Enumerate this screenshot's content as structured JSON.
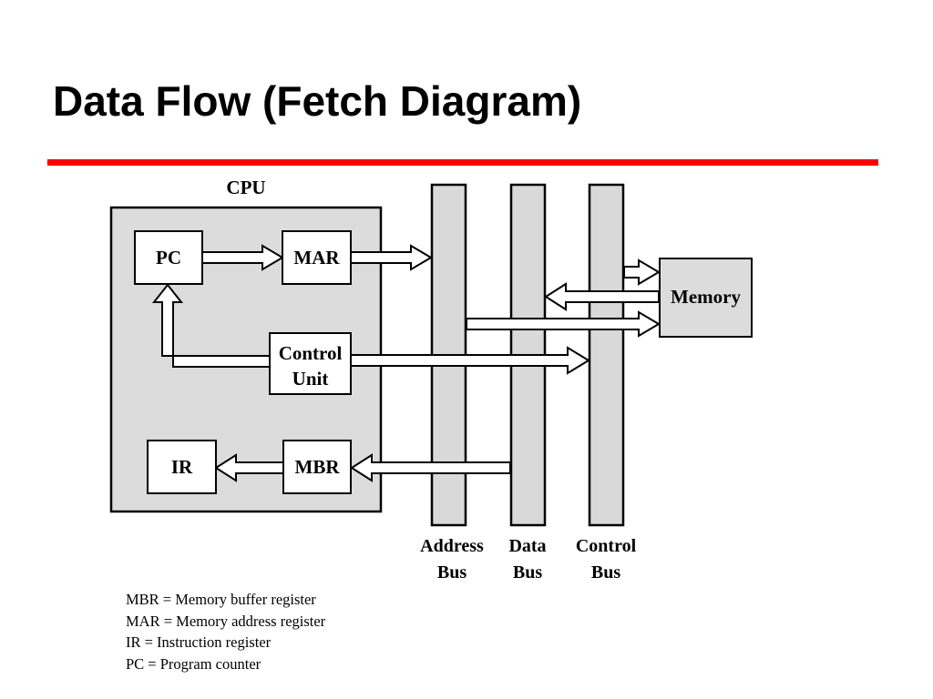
{
  "slide": {
    "title": "Data Flow (Fetch Diagram)",
    "accent_color": "#ff0000"
  },
  "diagram": {
    "cpu_label": "CPU",
    "registers": {
      "pc": "PC",
      "mar": "MAR",
      "control_unit_line1": "Control",
      "control_unit_line2": "Unit",
      "ir": "IR",
      "mbr": "MBR"
    },
    "memory_label": "Memory",
    "buses": {
      "address_line1": "Address",
      "address_line2": "Bus",
      "data_line1": "Data",
      "data_line2": "Bus",
      "control_line1": "Control",
      "control_line2": "Bus"
    },
    "colors": {
      "cpu_fill": "#dcdcdc",
      "bus_fill": "#d9d9d9",
      "memory_fill": "#dcdcdc",
      "box_fill": "#ffffff",
      "stroke": "#000000"
    }
  },
  "legend": [
    "MBR = Memory buffer register",
    "MAR = Memory address register",
    "IR = Instruction register",
    "PC = Program counter"
  ]
}
